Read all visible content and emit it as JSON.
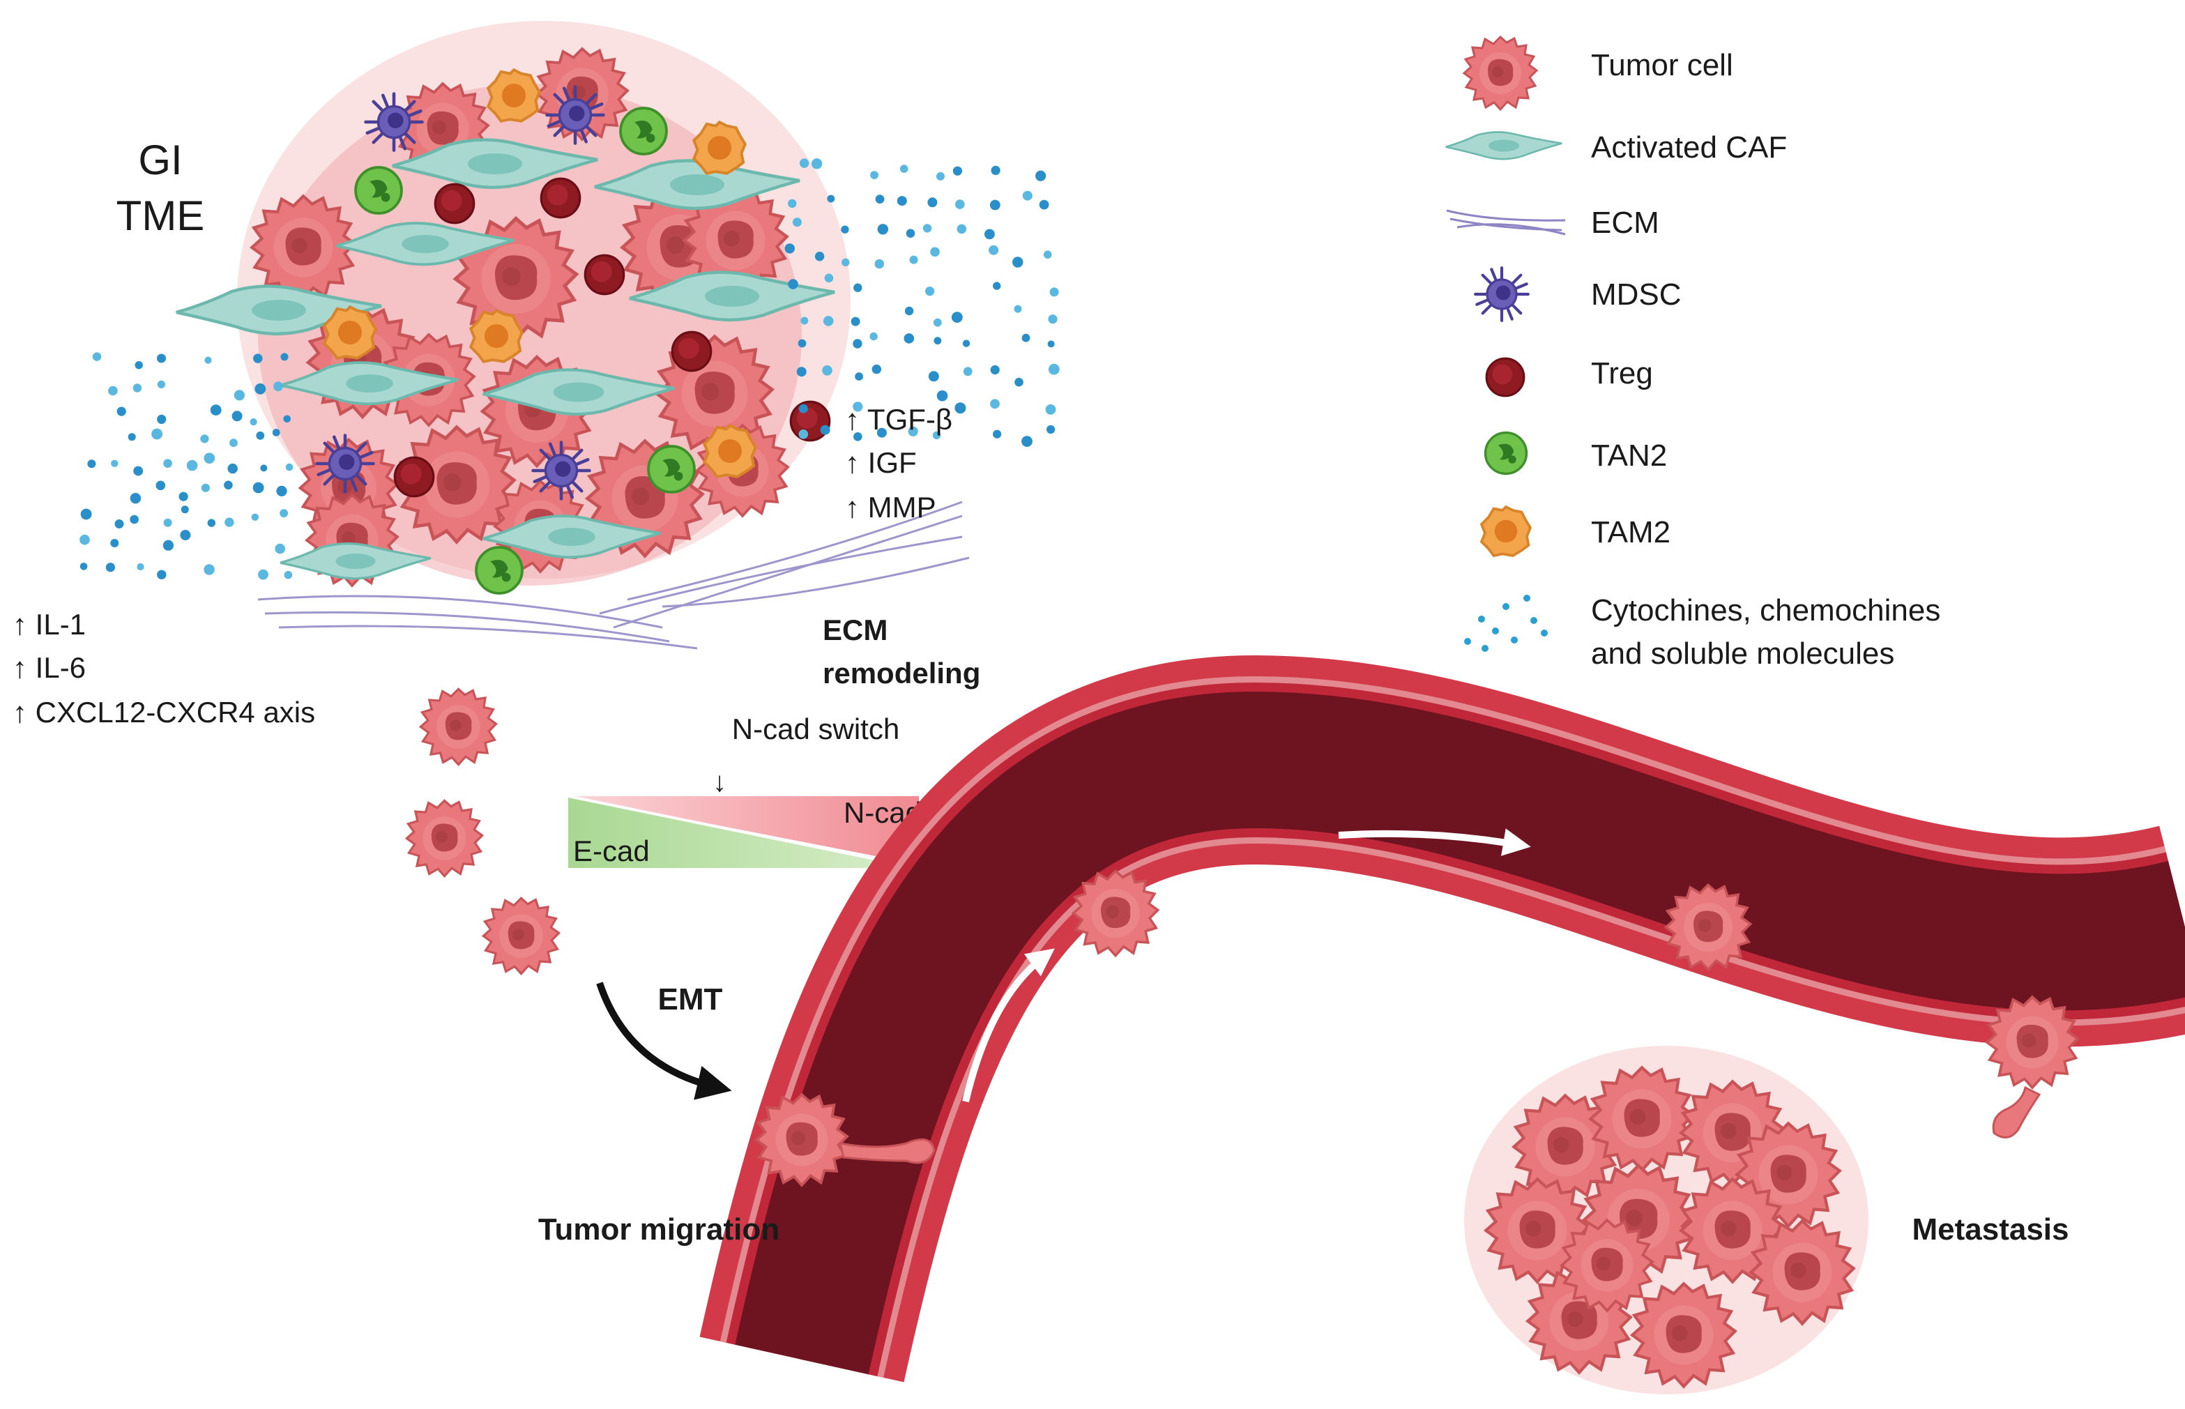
{
  "tme": {
    "line1": "GI",
    "line2": "TME"
  },
  "left_factors": [
    "↑ IL-1",
    "↑ IL-6",
    "↑ CXCL12-CXCR4 axis"
  ],
  "right_factors": [
    "↑ TGF-β",
    "↑ IGF",
    "↑ MMP"
  ],
  "ecm_remodeling": {
    "line1": "ECM",
    "line2": "remodeling"
  },
  "cadherin": {
    "switch_label": "N-cad switch",
    "arrow": "↓",
    "ncad": "N-cad",
    "ecad": "E-cad"
  },
  "emt_label": "EMT",
  "migration_label": "Tumor migration",
  "metastasis_label": "Metastasis",
  "legend": [
    {
      "icon": "tumor-cell-icon",
      "label": "Tumor cell"
    },
    {
      "icon": "activated-caf-icon",
      "label": "Activated CAF"
    },
    {
      "icon": "ecm-icon",
      "label": "ECM"
    },
    {
      "icon": "mdsc-icon",
      "label": "MDSC"
    },
    {
      "icon": "treg-icon",
      "label": "Treg"
    },
    {
      "icon": "tan2-icon",
      "label": "TAN2"
    },
    {
      "icon": "tam2-icon",
      "label": "TAM2"
    },
    {
      "icon": "cytokines-icon",
      "label": "Cytochines, chemochines",
      "label2": "and soluble molecules"
    }
  ],
  "colors": {
    "tumor": "#e8787c",
    "tumor_dark": "#c85458",
    "tumor_nucleus": "#b8464c",
    "caf": "#a8d8d0",
    "caf_dark": "#6db8ad",
    "ecm": "#8d84c4",
    "mdsc": "#5a4fa8",
    "treg": "#8e1a22",
    "tan2": "#6fc24a",
    "tam2": "#f2a54a",
    "dots": "#2a9fd0",
    "vessel_outer": "#d23a4a",
    "vessel_wall": "#e38a90",
    "vessel_lumen": "#6e1420",
    "ecad": "#bde0a8",
    "ncad": "#f4a6ab"
  }
}
